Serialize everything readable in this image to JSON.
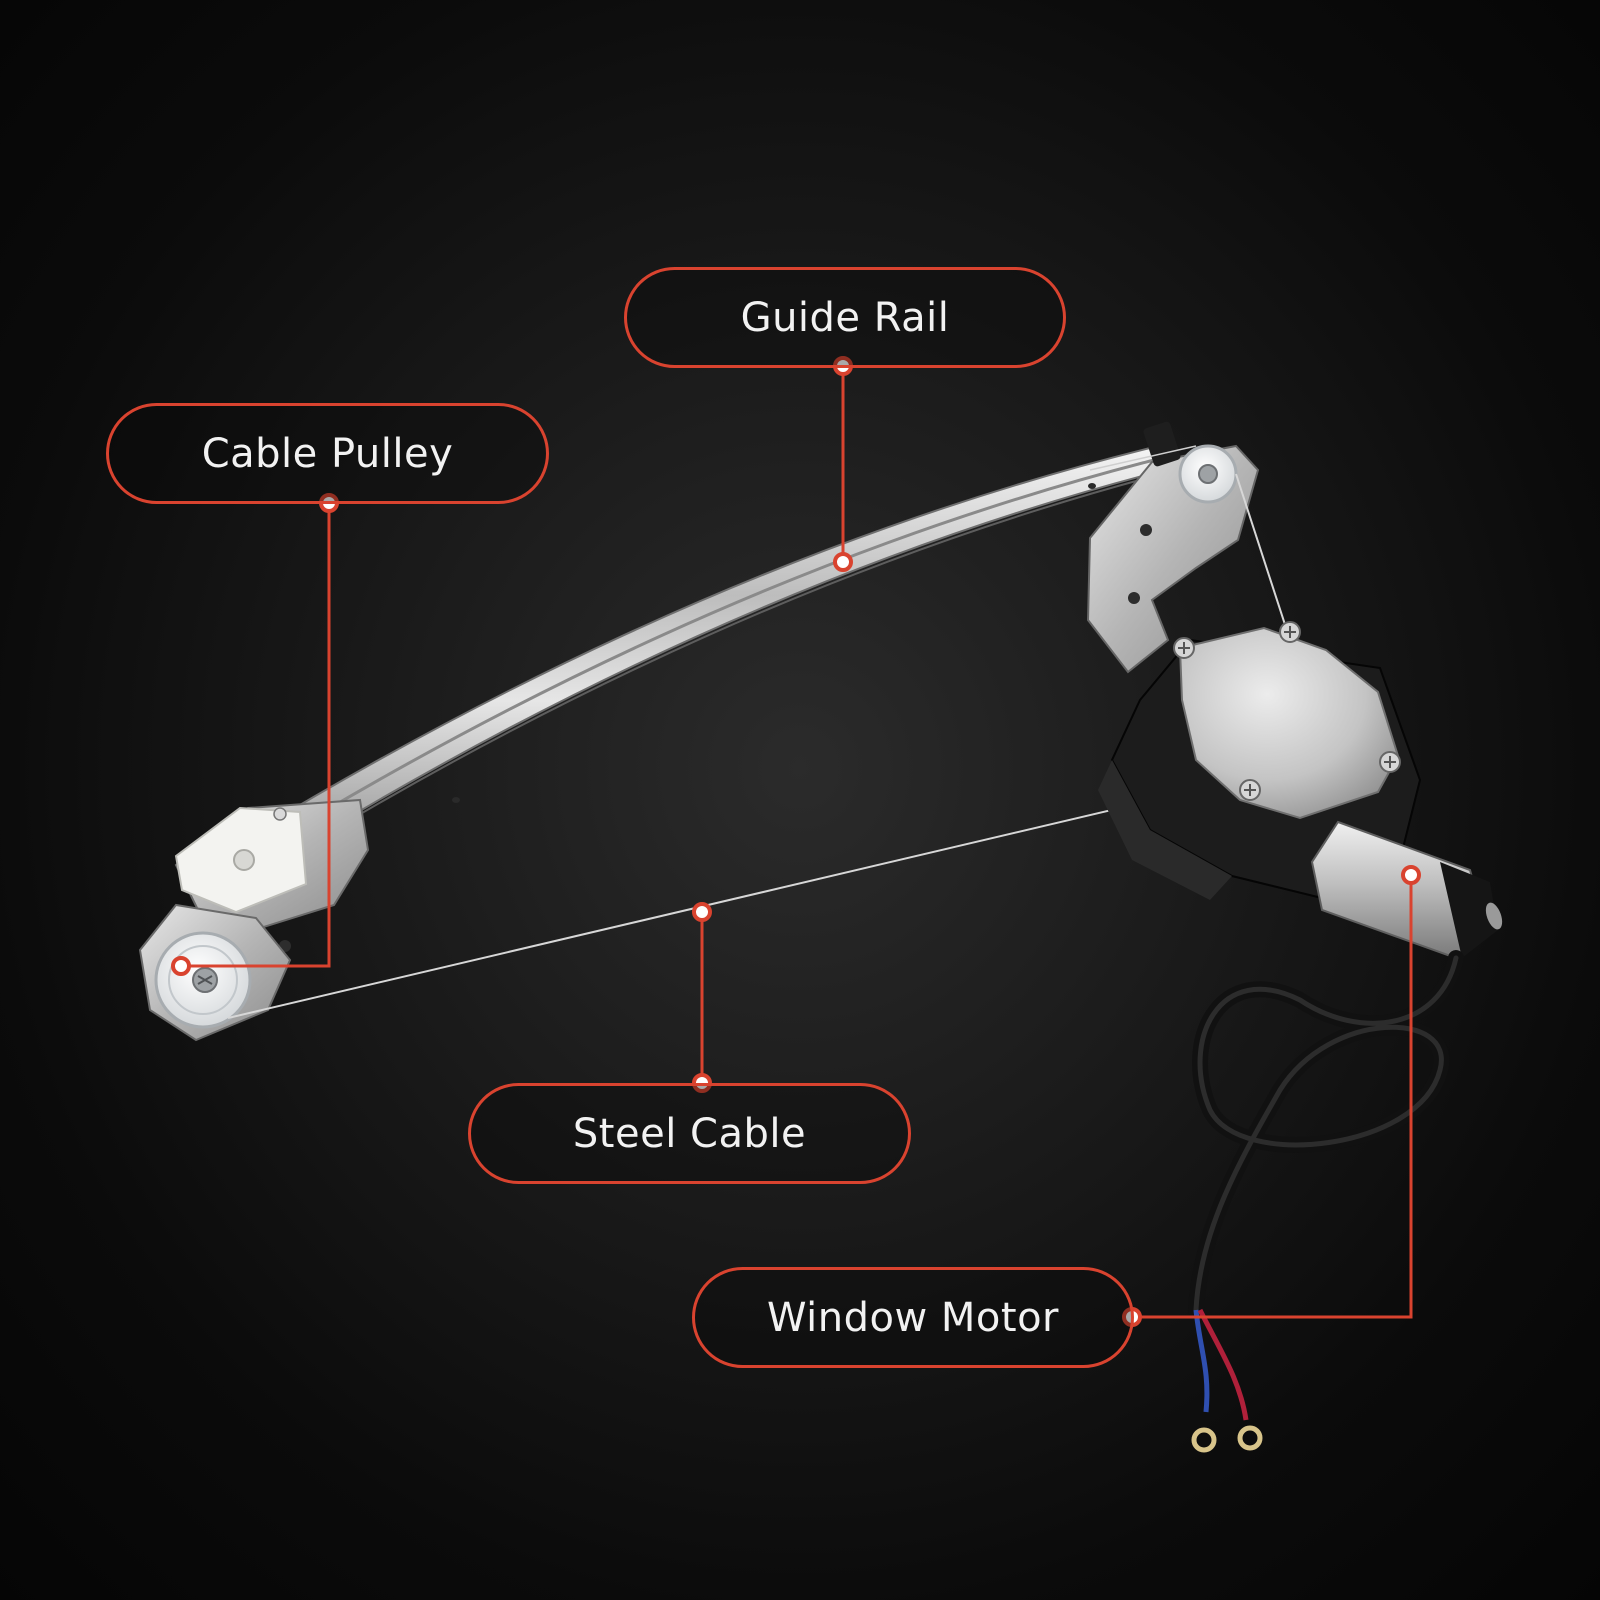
{
  "labels": {
    "guide_rail": "Guide Rail",
    "cable_pulley": "Cable Pulley",
    "steel_cable": "Steel Cable",
    "window_motor": "Window Motor"
  },
  "colors": {
    "accent": "#d9432f",
    "background": "#121212",
    "label_text": "#f2f2f2",
    "metal": "#c9c9c9",
    "motor_body": "#1c1c1c"
  },
  "icons": {
    "leader_dot": "callout-dot-icon"
  }
}
